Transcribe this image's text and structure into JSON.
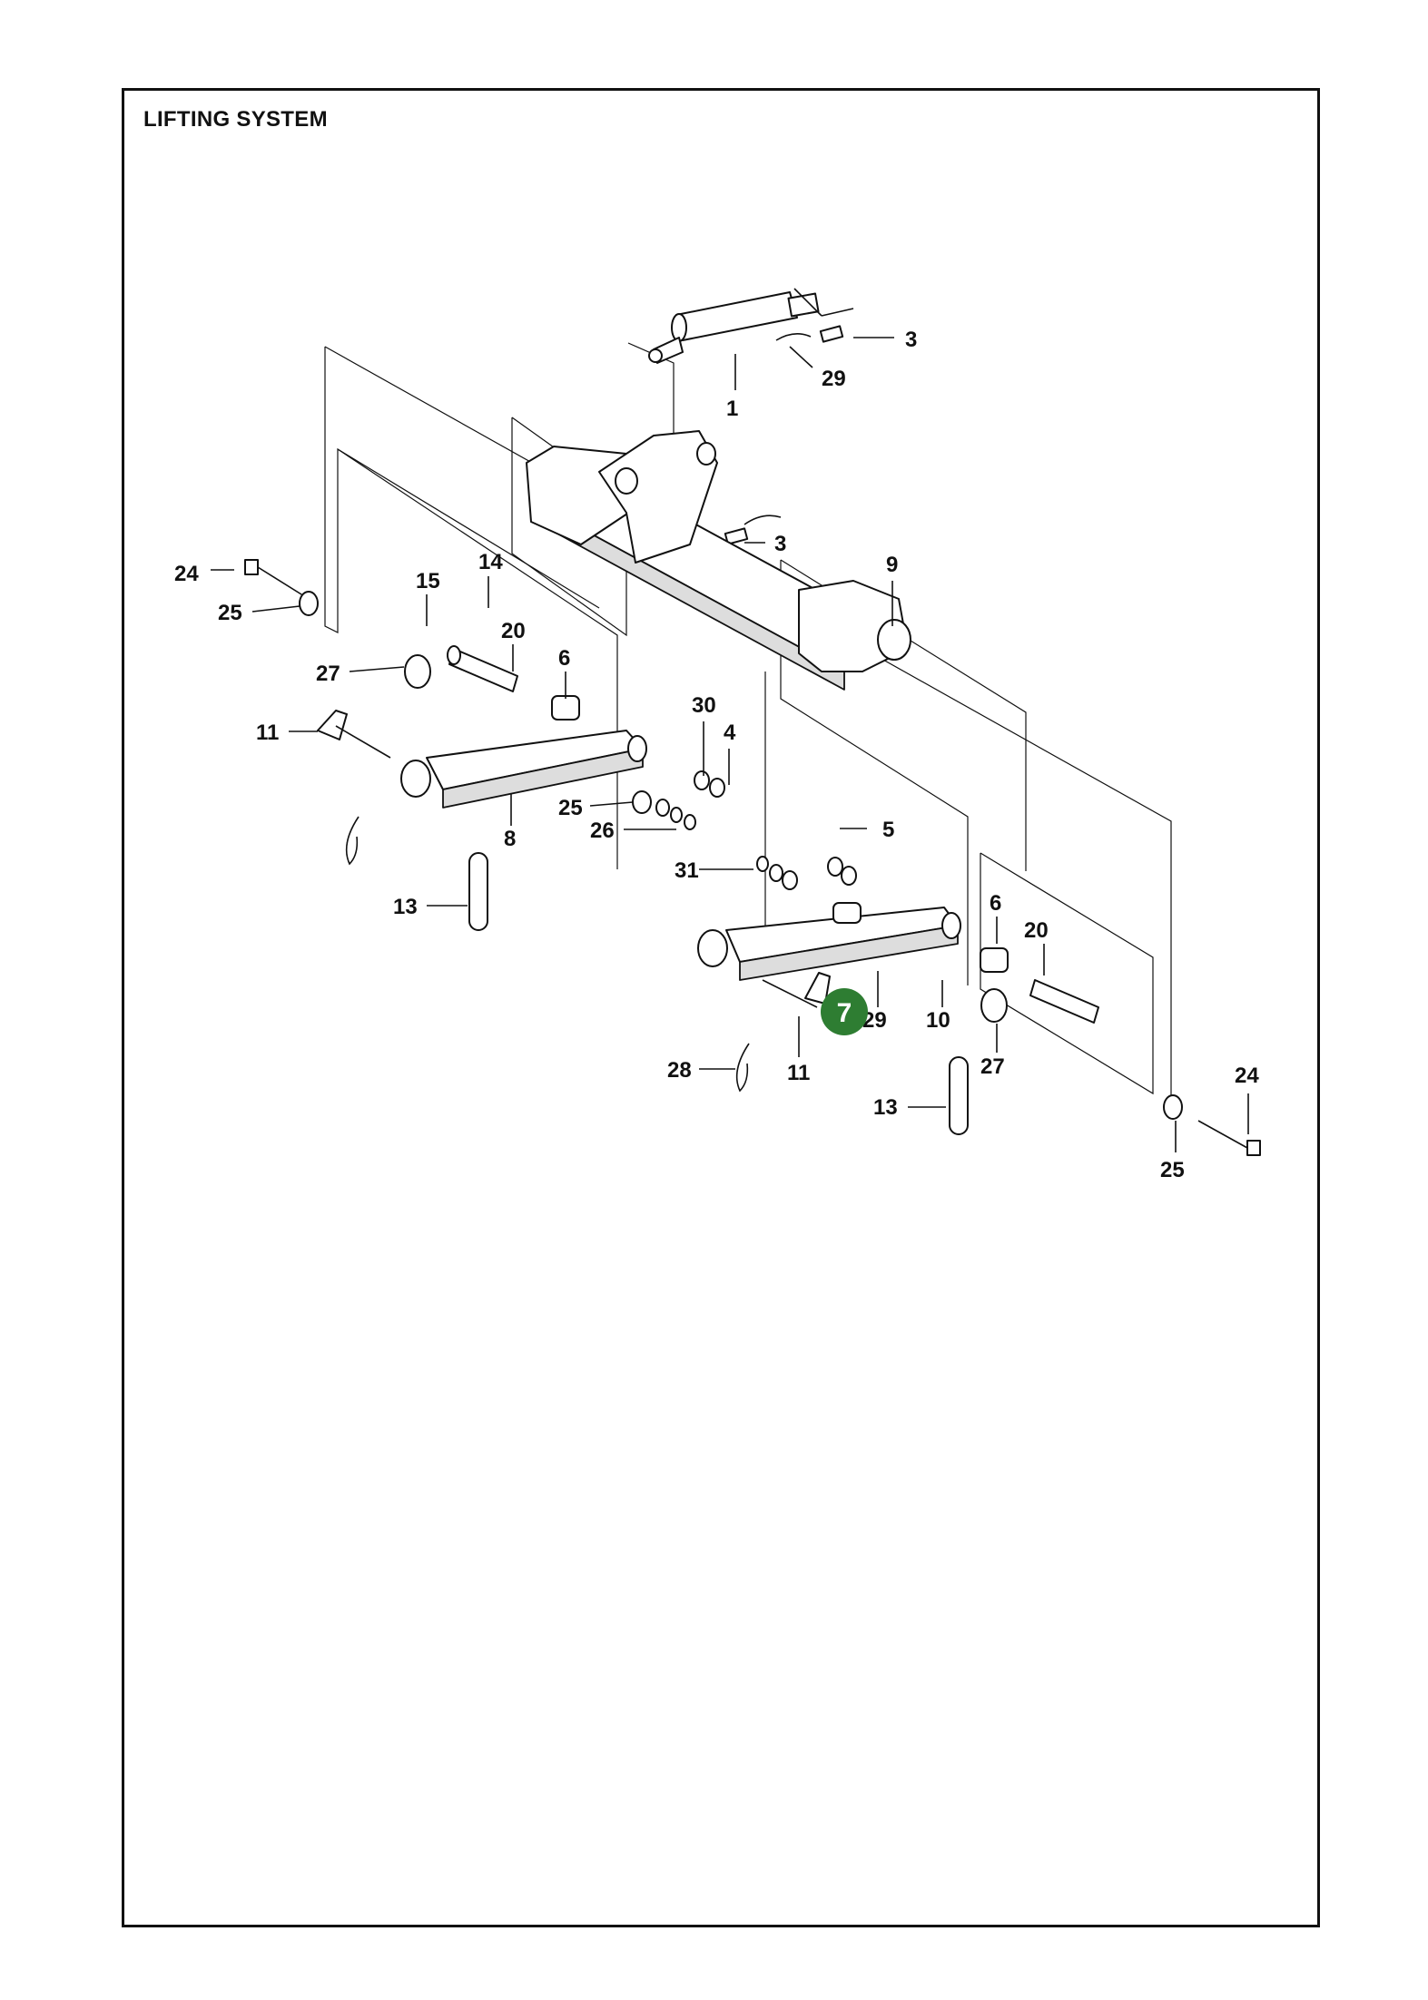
{
  "title": "LIFTING SYSTEM",
  "highlight": {
    "label": "7",
    "color": "#2e7d32"
  },
  "labels": [
    "1",
    "3",
    "29",
    "3",
    "9",
    "24",
    "25",
    "15",
    "14",
    "20",
    "6",
    "27",
    "11",
    "30",
    "4",
    "25",
    "26",
    "8",
    "13",
    "5",
    "31",
    "6",
    "20",
    "10",
    "29",
    "27",
    "28",
    "11",
    "13",
    "24",
    "25"
  ]
}
